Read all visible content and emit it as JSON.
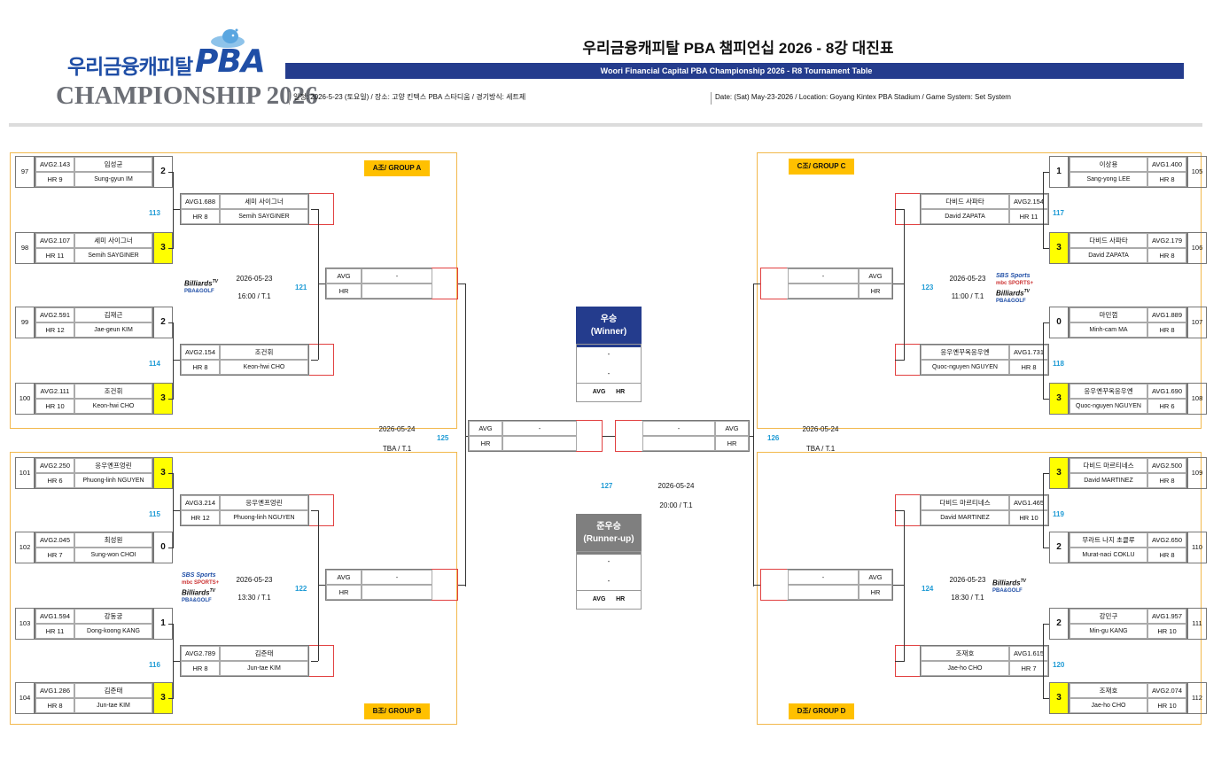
{
  "header": {
    "logo_kr": "우리금융캐피탈",
    "logo_pba": "PBA",
    "logo_championship": "CHAMPIONSHIP 2026",
    "title_kr": "우리금융캐피탈 PBA 챔피언십 2026 - 8강 대진표",
    "title_en": "Woori Financial Capital PBA Championship 2026 - R8 Tournament Table",
    "info_kr": "일정: 2026-5-23 (토요일) / 장소: 고양 킨텍스 PBA 스타디움 / 경기방식: 세트제",
    "info_en": "Date: (Sat) May-23-2026 / Location: Goyang Kintex PBA Stadium / Game System: Set System"
  },
  "groups": {
    "a": "A조/ GROUP A",
    "b": "B조/ GROUP B",
    "c": "C조/ GROUP C",
    "d": "D조/ GROUP D"
  },
  "r16": [
    {
      "seed": "97",
      "avg": "AVG2.143",
      "name_kr": "임성균",
      "hr": "HR 9",
      "name_en": "Sung-gyun IM",
      "score": "2"
    },
    {
      "seed": "98",
      "avg": "AVG2.107",
      "name_kr": "세미 사이그너",
      "hr": "HR 11",
      "name_en": "Semih SAYGINER",
      "score": "3"
    },
    {
      "seed": "99",
      "avg": "AVG2.591",
      "name_kr": "김재근",
      "hr": "HR 12",
      "name_en": "Jae-geun KIM",
      "score": "2"
    },
    {
      "seed": "100",
      "avg": "AVG2.111",
      "name_kr": "조건휘",
      "hr": "HR 10",
      "name_en": "Keon-hwi CHO",
      "score": "3"
    },
    {
      "seed": "101",
      "avg": "AVG2.250",
      "name_kr": "응우옌프엉린",
      "hr": "HR 6",
      "name_en": "Phuong-linh NGUYEN",
      "score": "3"
    },
    {
      "seed": "102",
      "avg": "AVG2.045",
      "name_kr": "최성원",
      "hr": "HR 7",
      "name_en": "Sung-won CHOI",
      "score": "0"
    },
    {
      "seed": "103",
      "avg": "AVG1.594",
      "name_kr": "강동궁",
      "hr": "HR 11",
      "name_en": "Dong-koong KANG",
      "score": "1"
    },
    {
      "seed": "104",
      "avg": "AVG1.286",
      "name_kr": "김준태",
      "hr": "HR 8",
      "name_en": "Jun-tae KIM",
      "score": "3"
    },
    {
      "seed": "105",
      "avg": "AVG1.400",
      "name_kr": "이상용",
      "hr": "HR 8",
      "name_en": "Sang-yong LEE",
      "score": "1"
    },
    {
      "seed": "106",
      "avg": "AVG2.179",
      "name_kr": "다비드 사파타",
      "hr": "HR 8",
      "name_en": "David ZAPATA",
      "score": "3"
    },
    {
      "seed": "107",
      "avg": "AVG1.889",
      "name_kr": "마민껌",
      "hr": "HR 8",
      "name_en": "Minh-cam MA",
      "score": "0"
    },
    {
      "seed": "108",
      "avg": "AVG1.690",
      "name_kr": "응우옌꾸옥응우옌",
      "hr": "HR 6",
      "name_en": "Quoc-nguyen NGUYEN",
      "score": "3"
    },
    {
      "seed": "109",
      "avg": "AVG2.500",
      "name_kr": "다비드 마르티네스",
      "hr": "HR 8",
      "name_en": "David MARTINEZ",
      "score": "3"
    },
    {
      "seed": "110",
      "avg": "AVG2.650",
      "name_kr": "무라트 나지 초클루",
      "hr": "HR 8",
      "name_en": "Murat-naci COKLU",
      "score": "2"
    },
    {
      "seed": "111",
      "avg": "AVG1.957",
      "name_kr": "강민구",
      "hr": "HR 10",
      "name_en": "Min-gu KANG",
      "score": "2"
    },
    {
      "seed": "112",
      "avg": "AVG2.074",
      "name_kr": "조재호",
      "hr": "HR 10",
      "name_en": "Jae-ho CHO",
      "score": "3"
    }
  ],
  "r8": [
    {
      "no": "113",
      "avg": "AVG1.688",
      "name_kr": "세미 사이그너",
      "hr": "HR 8",
      "name_en": "Semih SAYGINER"
    },
    {
      "no": "114",
      "avg": "AVG2.154",
      "name_kr": "조건휘",
      "hr": "HR 8",
      "name_en": "Keon-hwi CHO"
    },
    {
      "no": "115",
      "avg": "AVG3.214",
      "name_kr": "응우옌프엉린",
      "hr": "HR 12",
      "name_en": "Phuong-linh NGUYEN"
    },
    {
      "no": "116",
      "avg": "AVG2.789",
      "name_kr": "김준태",
      "hr": "HR 8",
      "name_en": "Jun-tae KIM"
    },
    {
      "no": "117",
      "avg": "AVG2.154",
      "name_kr": "다비드 사파타",
      "hr": "HR 11",
      "name_en": "David ZAPATA"
    },
    {
      "no": "118",
      "avg": "AVG1.731",
      "name_kr": "응우옌꾸옥응우옌",
      "hr": "HR 8",
      "name_en": "Quoc-nguyen NGUYEN"
    },
    {
      "no": "119",
      "avg": "AVG1.465",
      "name_kr": "다비드 마르티네스",
      "hr": "HR 10",
      "name_en": "David MARTINEZ"
    },
    {
      "no": "120",
      "avg": "AVG1.615",
      "name_kr": "조재호",
      "hr": "HR 7",
      "name_en": "Jae-ho CHO"
    }
  ],
  "sf": [
    {
      "no": "121",
      "date": "2026-05-23",
      "time": "16:00 / T.1",
      "avg": "AVG",
      "name": "-",
      "hr": "HR"
    },
    {
      "no": "122",
      "date": "2026-05-23",
      "time": "13:30 / T.1",
      "avg": "AVG",
      "name": "-",
      "hr": "HR"
    },
    {
      "no": "123",
      "date": "2026-05-23",
      "time": "11:00 / T.1",
      "avg": "AVG",
      "name": "-",
      "hr": "HR"
    },
    {
      "no": "124",
      "date": "2026-05-23",
      "time": "18:30 / T.1",
      "avg": "AVG",
      "name": "-",
      "hr": "HR"
    }
  ],
  "final_pair": [
    {
      "no": "125",
      "date": "2026-05-24",
      "time": "TBA / T.1",
      "avg": "AVG",
      "name": "-",
      "hr": "HR"
    },
    {
      "no": "126",
      "date": "2026-05-24",
      "time": "TBA / T.1",
      "avg": "AVG",
      "name": "-",
      "hr": "HR"
    }
  ],
  "final": {
    "no": "127",
    "date": "2026-05-24",
    "time": "20:00 / T.1"
  },
  "winner": {
    "title": "우승",
    "title_en": "(Winner)",
    "line1": "-",
    "line2": "-",
    "avg": "AVG",
    "hr": "HR",
    "color": "#243c8d"
  },
  "runnerup": {
    "title": "준우승",
    "title_en": "(Runner-up)",
    "line1": "-",
    "line2": "-",
    "avg": "AVG",
    "hr": "HR",
    "color": "#7f7f7f"
  },
  "broadcasters": {
    "billiards": "Billiards",
    "tv": "TV",
    "pba_golf": "PBA&GOLF",
    "sbs": "SBS Sports",
    "mbc": "mbc SPORTS+"
  },
  "colors": {
    "accent": "#243c8d",
    "win": "#ffff00",
    "group_tag": "#ffc000",
    "bracket_red": "#e14040",
    "match_no": "#1f9bd5"
  }
}
